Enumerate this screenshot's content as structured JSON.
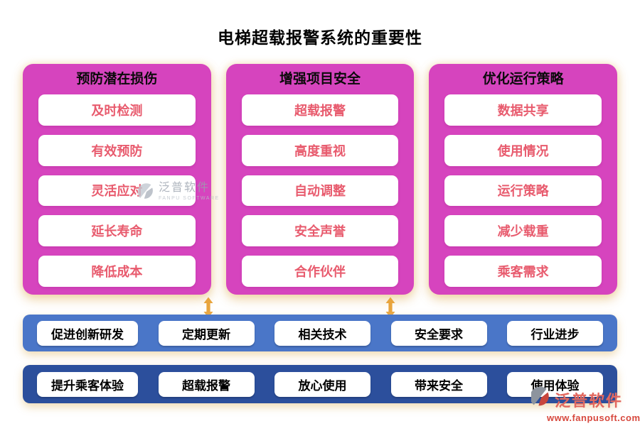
{
  "title": "电梯超载报警系统的重要性",
  "columns": [
    {
      "header": "预防潜在损伤",
      "items": [
        "及时检测",
        "有效预防",
        "灵活应对",
        "延长寿命",
        "降低成本"
      ]
    },
    {
      "header": "增强项目安全",
      "items": [
        "超载报警",
        "高度重视",
        "自动调整",
        "安全声誉",
        "合作伙伴"
      ]
    },
    {
      "header": "优化运行策略",
      "items": [
        "数据共享",
        "使用情况",
        "运行策略",
        "减少载重",
        "乘客需求"
      ]
    }
  ],
  "bars": [
    {
      "items": [
        "促进创新研发",
        "定期更新",
        "相关技术",
        "安全要求",
        "行业进步"
      ]
    },
    {
      "items": [
        "提升乘客体验",
        "超载报警",
        "放心使用",
        "带来安全",
        "使用体验"
      ]
    }
  ],
  "watermarks": {
    "inline": {
      "name": "泛普软件",
      "sub": "FANPU SOFTWARE"
    },
    "corner": {
      "name": "泛普软件",
      "url": "www.fanpusoft.com"
    }
  },
  "icons": [
    "up-down-arrow-icon",
    "fanpu-logo-icon"
  ],
  "colors": {
    "column_bg": "#D644BE",
    "column_item_text": "#E85B6E",
    "bar1_bg": "#4A76C8",
    "bar2_bg": "#2C4F9C",
    "arrow": "#E8A43C",
    "title_text": "#000000",
    "bar_item_text": "#000000",
    "glow_shadow": "#EBCD96",
    "watermark_gray": "#9AA2AD",
    "watermark_red": "#D7483D"
  }
}
